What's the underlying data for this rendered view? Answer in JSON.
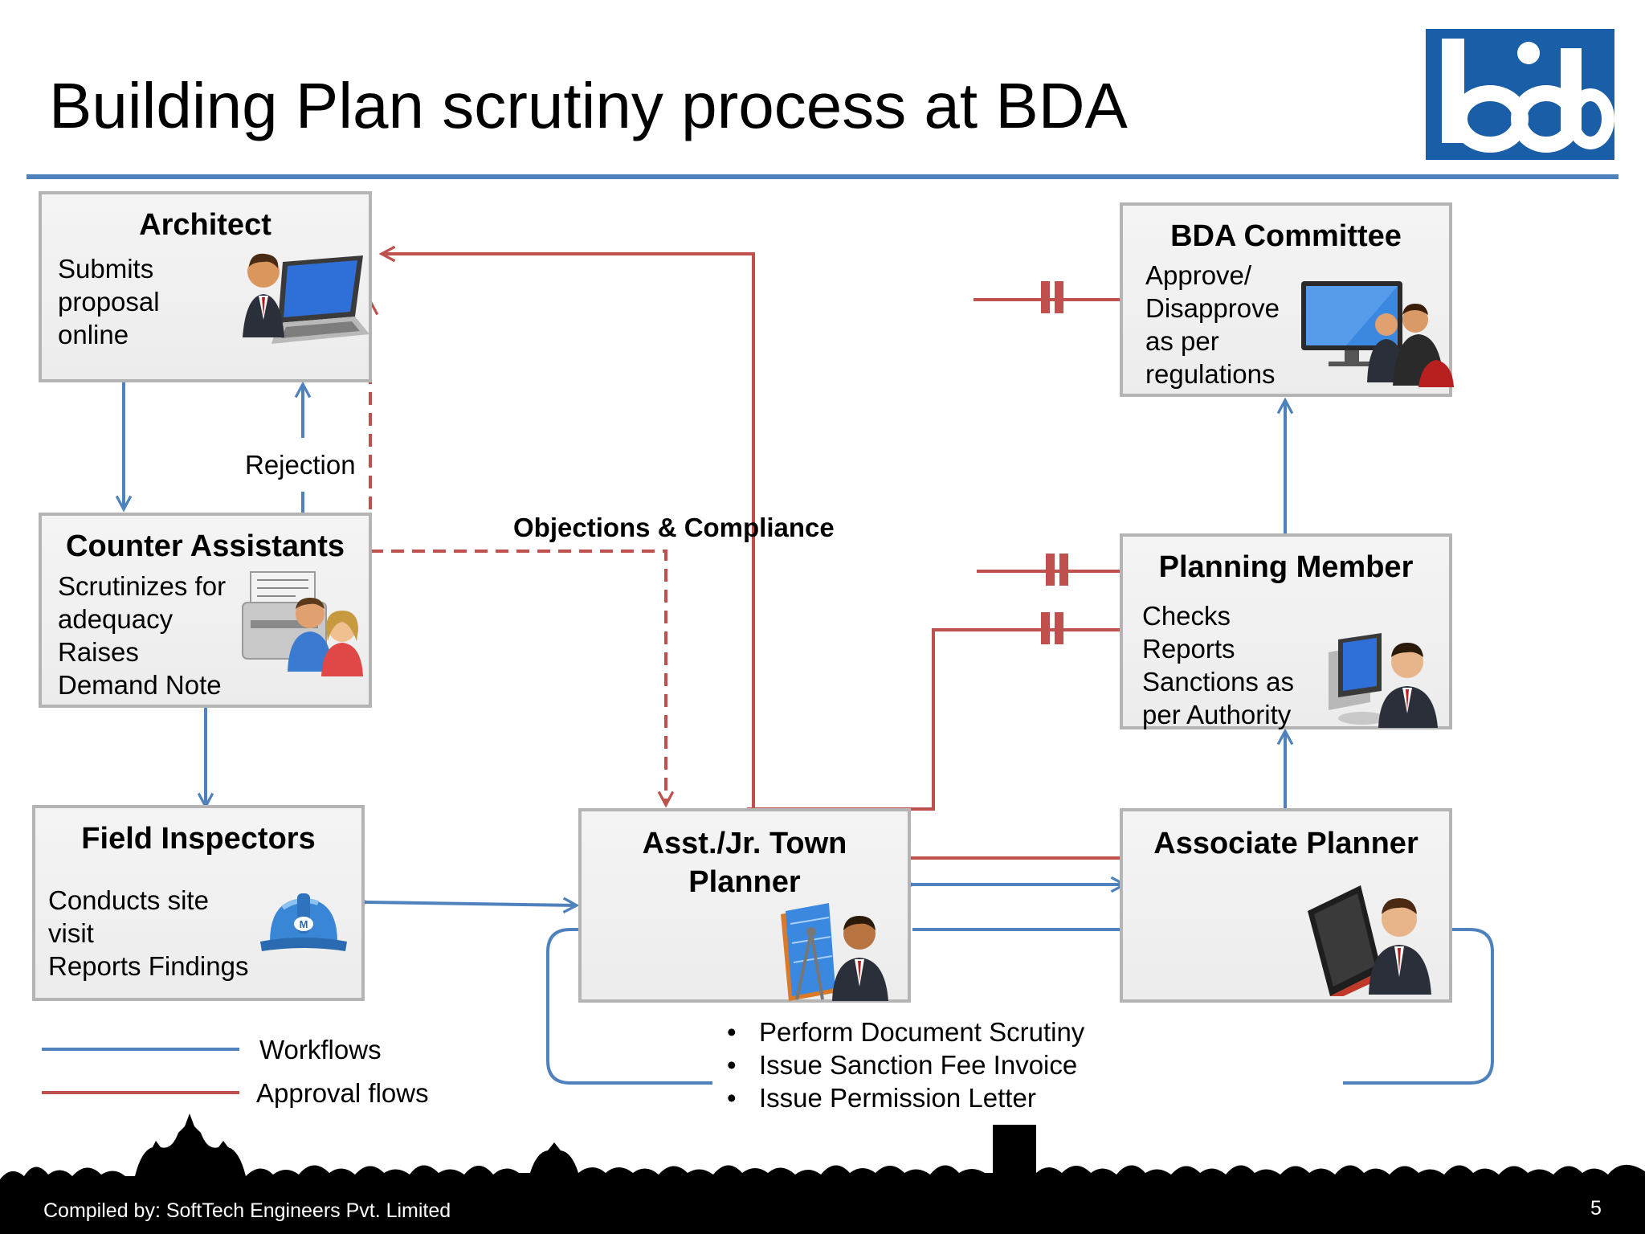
{
  "title": "Building Plan scrutiny process at BDA",
  "logo": {
    "name": "bda-logo",
    "color": "#1a5ea8"
  },
  "boxes": {
    "architect": {
      "title": "Architect",
      "lines": [
        "Submits",
        "proposal",
        "online"
      ],
      "icon": "architect-laptop-icon"
    },
    "counter": {
      "title": "Counter Assistants",
      "lines": [
        "Scrutinizes for",
        "adequacy",
        "Raises",
        "Demand Note"
      ],
      "icon": "counter-staff-printer-icon"
    },
    "field": {
      "title": "Field Inspectors",
      "lines": [
        "Conducts site",
        "visit",
        "Reports Findings"
      ],
      "icon": "hard-hat-icon"
    },
    "town": {
      "title_lines": [
        "Asst./Jr. Town",
        "Planner"
      ],
      "icon": "planner-blueprint-icon"
    },
    "associate": {
      "title": "Associate Planner",
      "icon": "planner-monitor-icon"
    },
    "planning": {
      "title": "Planning Member",
      "lines": [
        "Checks",
        "Reports",
        "Sanctions as",
        "per Authority"
      ],
      "icon": "member-computer-icon"
    },
    "committee": {
      "title": "BDA Committee",
      "lines": [
        "Approve/",
        "Disapprove",
        "as per",
        "regulations"
      ],
      "icon": "committee-meeting-icon"
    }
  },
  "labels": {
    "rejection": "Rejection",
    "objections": "Objections & Compliance"
  },
  "bullets": [
    "Perform Document Scrutiny",
    "Issue Sanction Fee Invoice",
    "Issue Permission Letter"
  ],
  "legend": {
    "workflows": "Workflows",
    "approval": "Approval flows"
  },
  "footer": {
    "credit": "Compiled by: SoftTech Engineers Pvt. Limited",
    "page": "5"
  },
  "colors": {
    "workflow": "#4f81bd",
    "approval": "#c0504d",
    "box_border": "#b4b4b4"
  }
}
